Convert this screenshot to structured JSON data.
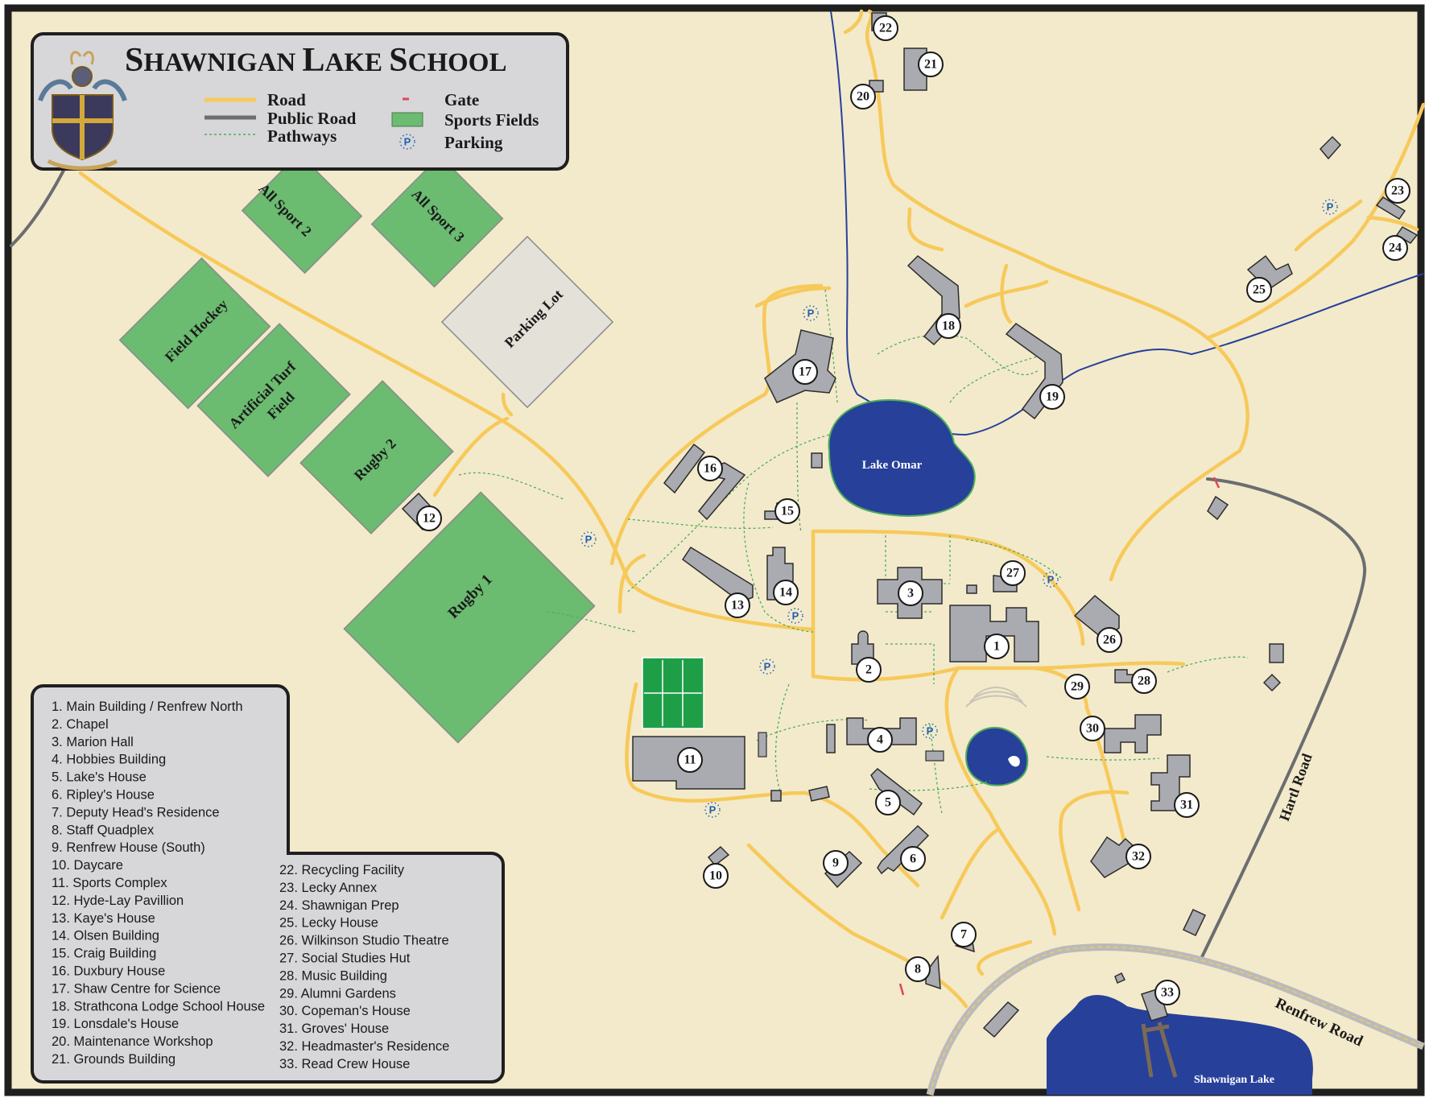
{
  "title": {
    "big_s": "S",
    "rest1": "HAWNIGAN ",
    "big_l": "L",
    "rest2": "AKE ",
    "big_sc": "S",
    "rest3": "CHOOL"
  },
  "crest_motto": "",
  "legend": {
    "road": "Road",
    "public_road": "Public Road",
    "pathways": "Pathways",
    "gate": "Gate",
    "sports_fields": "Sports Fields",
    "parking": "Parking",
    "parking_symbol": "P"
  },
  "colors": {
    "background": "#f3eacb",
    "border": "#1f1f1f",
    "road": "#f7c95a",
    "public_road": "#6b6d70",
    "field": "#6bbb71",
    "lake": "#27409a",
    "building": "#a9abb0",
    "panel": "#d7d7d9",
    "parking": "#1f5fb0",
    "gate": "#e0455a"
  },
  "fields": {
    "all_sport_2": "All Sport 2",
    "all_sport_3": "All Sport 3",
    "parking_lot": "Parking Lot",
    "field_hockey": "Field Hockey",
    "artificial_turf_1": "Artificial Turf",
    "artificial_turf_2": "Field",
    "rugby_2": "Rugby 2",
    "rugby_1": "Rugby 1"
  },
  "water": {
    "lake_omar": "Lake Omar",
    "shawnigan_lake": "Shawnigan Lake"
  },
  "roads": {
    "hartl_road": "Hartl Road",
    "renfrew_road": "Renfrew Road"
  },
  "markers": [
    "1",
    "2",
    "3",
    "4",
    "5",
    "6",
    "7",
    "8",
    "9",
    "10",
    "11",
    "12",
    "13",
    "14",
    "15",
    "16",
    "17",
    "18",
    "19",
    "20",
    "21",
    "22",
    "23",
    "24",
    "25",
    "26",
    "27",
    "28",
    "29",
    "30",
    "31",
    "32",
    "33"
  ],
  "index_col1": [
    "1. Main Building / Renfrew North",
    "2. Chapel",
    "3. Marion Hall",
    "4. Hobbies Building",
    "5. Lake's House",
    "6. Ripley's House",
    "7. Deputy Head's Residence",
    "8. Staff Quadplex",
    "9. Renfrew House (South)",
    "10. Daycare",
    "11. Sports Complex",
    "12. Hyde-Lay Pavillion",
    "13. Kaye's House",
    "14. Olsen Building",
    "15. Craig Building",
    "16. Duxbury House",
    "17. Shaw Centre for Science",
    "18. Strathcona Lodge School House",
    "19. Lonsdale's House",
    "20. Maintenance  Workshop",
    "21. Grounds Building"
  ],
  "index_col2": [
    "22. Recycling Facility",
    "23. Lecky Annex",
    "24. Shawnigan Prep",
    "25. Lecky House",
    "26. Wilkinson Studio Theatre",
    "27. Social Studies Hut",
    "28. Music Building",
    "29. Alumni Gardens",
    "30. Copeman's House",
    "31. Groves' House",
    "32. Headmaster's Residence",
    "33. Read Crew House"
  ]
}
